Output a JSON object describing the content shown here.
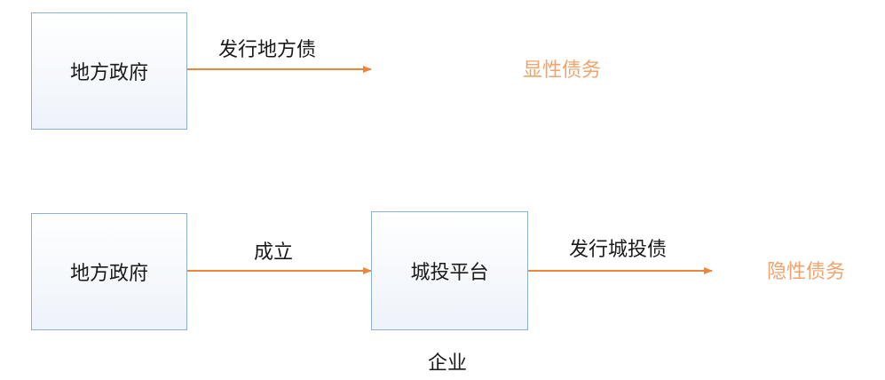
{
  "colors": {
    "arrow": "#f0853a",
    "accent_text": "#f0a36b",
    "box_border": "#8fb0d6"
  },
  "row1": {
    "source": "地方政府",
    "edge": "发行地方债",
    "target": "显性债务"
  },
  "row2": {
    "source": "地方政府",
    "edge1": "成立",
    "middle": "城投平台",
    "middle_caption": "企业",
    "edge2": "发行城投债",
    "target": "隐性债务"
  }
}
